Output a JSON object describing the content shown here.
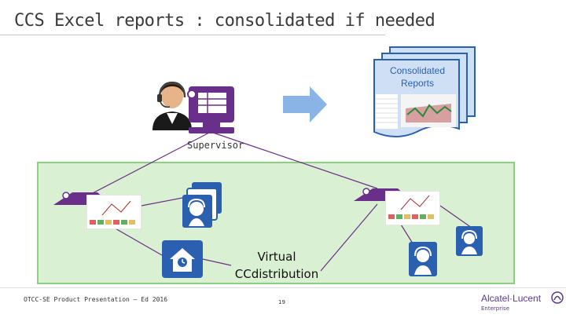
{
  "slide": {
    "title": "CCS Excel reports : consolidated if needed",
    "supervisor_label": "Supervisor",
    "reports_label_line1": "Consolidated",
    "reports_label_line2": "Reports",
    "vcc_line1": "Virtual",
    "vcc_line2": "CCdistribution"
  },
  "footer": {
    "presentation": "OTCC-SE Product Presentation – Ed 2016",
    "page": "19",
    "brand": "Alcatel·Lucent",
    "brand_sub": "Enterprise"
  },
  "colors": {
    "purple": "#6a2f8a",
    "green_zone": "#d9f1d2",
    "blue_doc": "#2b5fb0",
    "arrow": "#8ab4e6"
  }
}
